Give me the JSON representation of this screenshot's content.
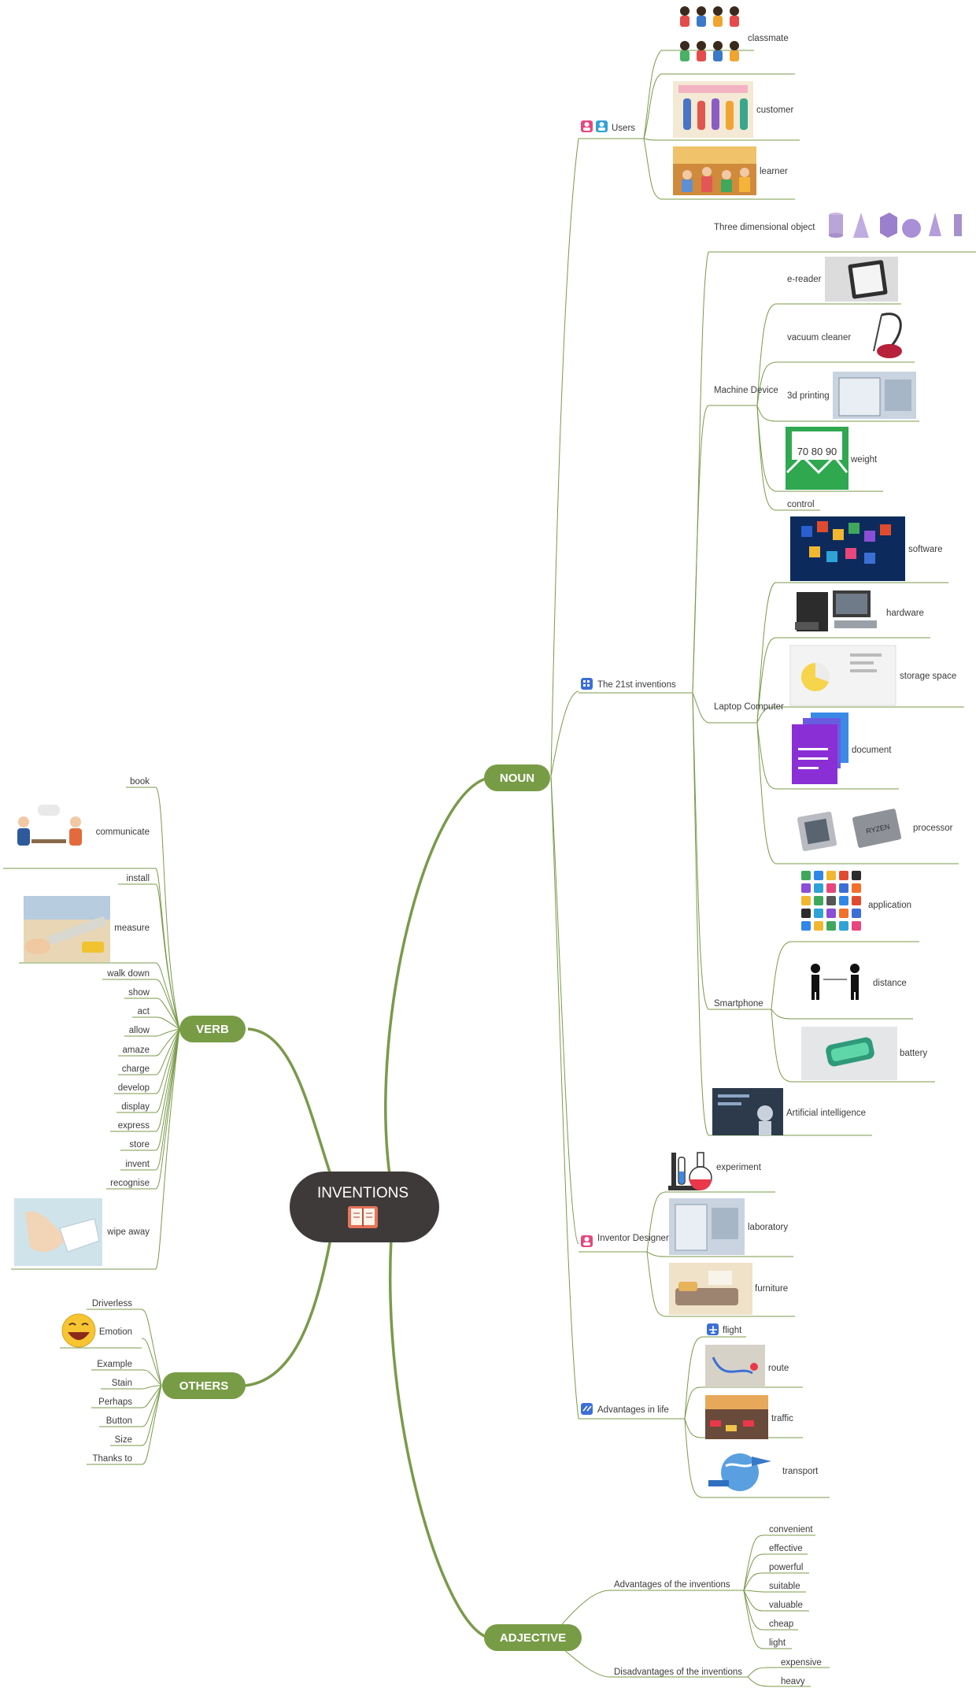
{
  "center": {
    "title": "INVENTIONS",
    "icon": "open-book-icon"
  },
  "colors": {
    "branch": "#7a9a4a",
    "pill": "#789c46",
    "center": "#3f3a3a",
    "text": "#3a3a3a"
  },
  "branches": {
    "noun": {
      "label": "NOUN",
      "users": {
        "label": "Users",
        "items": [
          "classmate",
          "customer",
          "learner"
        ]
      },
      "inventions": {
        "label": "The 21st inventions",
        "three_d": "Three dimensional object",
        "machine": {
          "label": "Machine Device",
          "items": [
            "e-reader",
            "vacuum cleaner",
            "3d printing",
            "weight",
            "control"
          ]
        },
        "laptop": {
          "label": "Laptop Computer",
          "items": [
            "software",
            "hardware",
            "storage space",
            "document",
            "processor"
          ]
        },
        "smartphone": {
          "label": "Smartphone",
          "items": [
            "application",
            "distance",
            "battery"
          ]
        },
        "ai": "Artificial intelligence"
      },
      "inventor": {
        "label": "Inventor Designer",
        "items": [
          "experiment",
          "laboratory",
          "furniture"
        ]
      },
      "advantages": {
        "label": "Advantages in life",
        "items": [
          "flight",
          "route",
          "traffic",
          "transport"
        ]
      }
    },
    "verb": {
      "label": "VERB",
      "items": [
        "book",
        "communicate",
        "install",
        "measure",
        "walk down",
        "show",
        "act",
        "allow",
        "amaze",
        "charge",
        "develop",
        "display",
        "express",
        "store",
        "invent",
        "recognise",
        "wipe away"
      ]
    },
    "others": {
      "label": "OTHERS",
      "items": [
        "Driverless",
        "Emotion",
        "Example",
        "Stain",
        "Perhaps",
        "Button",
        "Size",
        "Thanks to"
      ]
    },
    "adjective": {
      "label": "ADJECTIVE",
      "adv": {
        "label": "Advantages of the inventions",
        "items": [
          "convenient",
          "effective",
          "powerful",
          "suitable",
          "valuable",
          "cheap",
          "light"
        ]
      },
      "dis": {
        "label": "Disadvantages of the inventions",
        "items": [
          "expensive",
          "heavy"
        ]
      }
    }
  }
}
